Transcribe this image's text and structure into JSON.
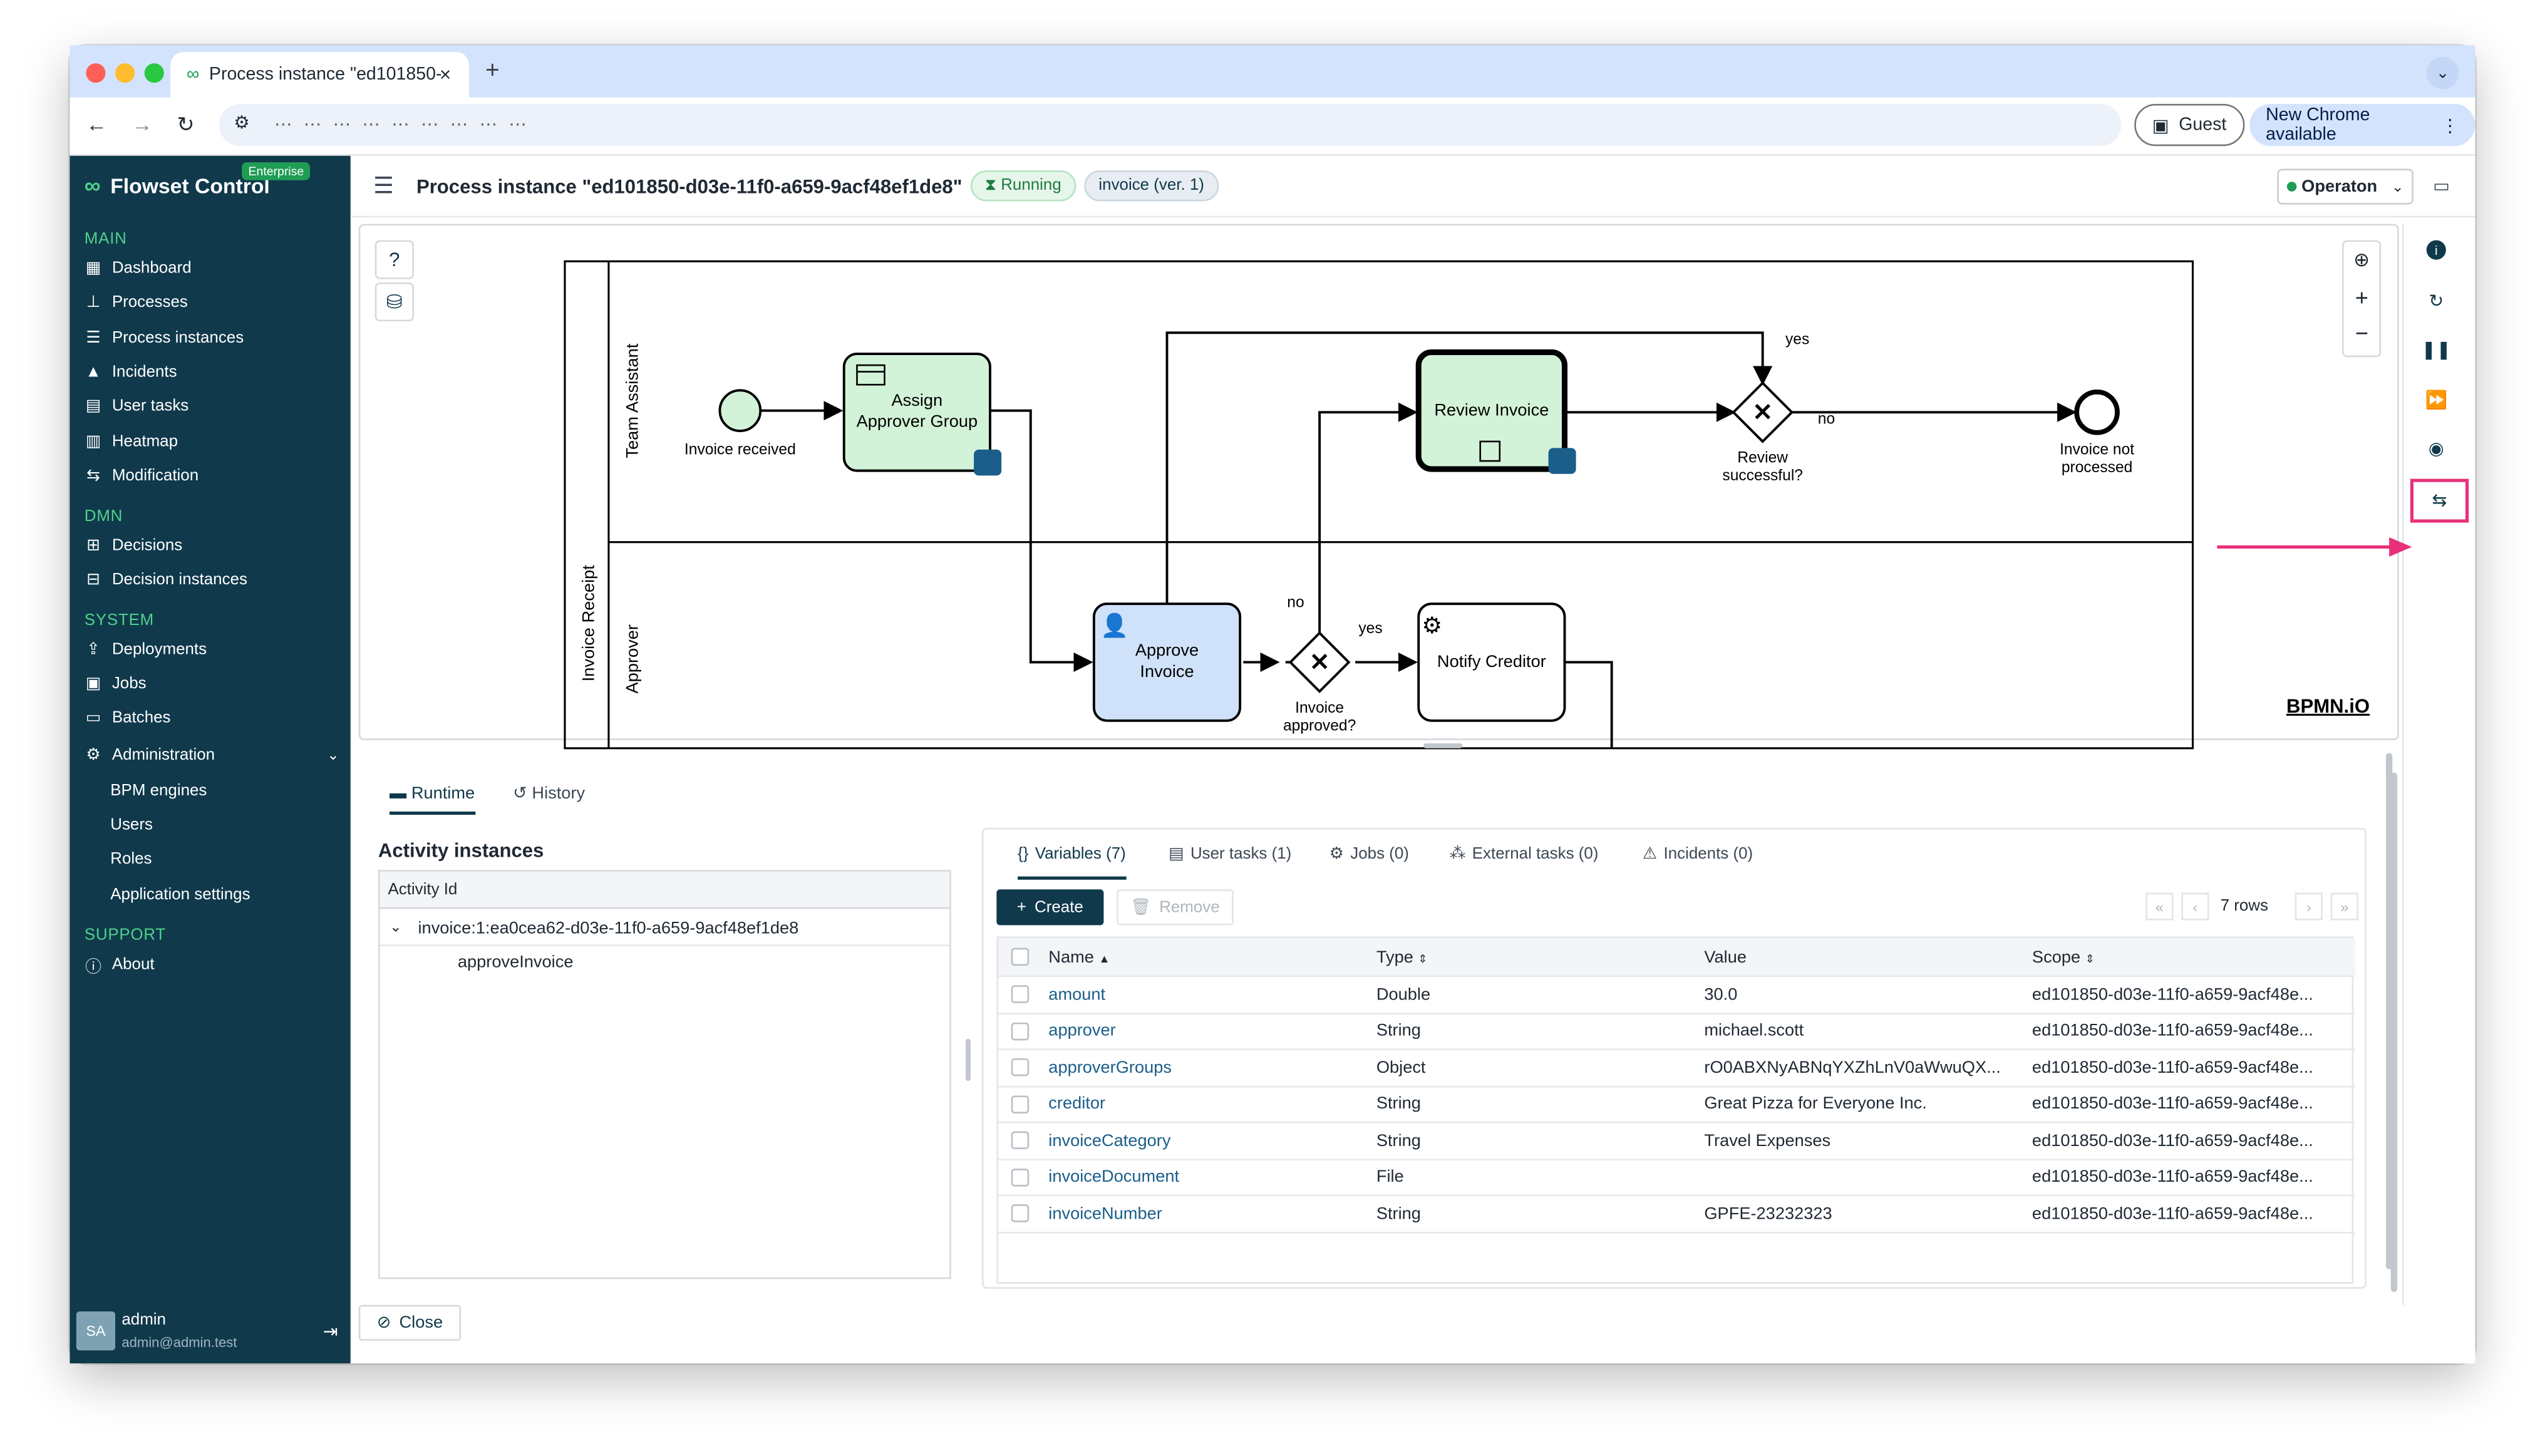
{
  "browser": {
    "tab_title": "Process instance \"ed101850-",
    "url": "⋯ ⋯ ⋯ ⋯ ⋯ ⋯ ⋯ ⋯ ⋯",
    "guest_label": "Guest",
    "new_chrome_label": "New Chrome available"
  },
  "app": {
    "brand": "Flowset Control",
    "edition_badge": "Enterprise"
  },
  "sidebar": {
    "main_label": "MAIN",
    "main_items": [
      "Dashboard",
      "Processes",
      "Process instances",
      "Incidents",
      "User tasks",
      "Heatmap",
      "Modification"
    ],
    "dmn_label": "DMN",
    "dmn_items": [
      "Decisions",
      "Decision instances"
    ],
    "system_label": "SYSTEM",
    "system_items": [
      "Deployments",
      "Jobs",
      "Batches"
    ],
    "admin_label": "Administration",
    "admin_items": [
      "BPM engines",
      "Users",
      "Roles",
      "Application settings"
    ],
    "support_label": "SUPPORT",
    "support_items": [
      "About"
    ],
    "user": {
      "initials": "SA",
      "name": "admin",
      "email": "admin@admin.test"
    }
  },
  "header": {
    "title": "Process instance \"ed101850-d03e-11f0-a659-9acf48ef1de8\"",
    "status": "Running",
    "definition": "invoice (ver. 1)",
    "engine": "Operaton"
  },
  "diagram": {
    "pool": "Invoice Receipt",
    "lane_top": "Team Assistant",
    "lane_bottom": "Approver",
    "start_event": "Invoice received",
    "task_assign_line1": "Assign",
    "task_assign_line2": "Approver Group",
    "task_review": "Review Invoice",
    "gateway_review_line1": "Review",
    "gateway_review_line2": "successful?",
    "end_event_line1": "Invoice not",
    "end_event_line2": "processed",
    "task_approve_line1": "Approve",
    "task_approve_line2": "Invoice",
    "gateway_approve_line1": "Invoice",
    "gateway_approve_line2": "approved?",
    "task_notify": "Notify Creditor",
    "flow_yes": "yes",
    "flow_no": "no",
    "watermark": "BPMN.iO"
  },
  "colors": {
    "sidebar_bg": "#10394b",
    "accent_green": "#4ed18a",
    "primary_button": "#10394b",
    "task_green": "#d3f3d8",
    "task_blue": "#cfe2f9",
    "highlight_pink": "#e8317a"
  },
  "runtime_tabs": [
    "Runtime",
    "History"
  ],
  "activity": {
    "title": "Activity instances",
    "column": "Activity Id",
    "root": "invoice:1:ea0cea62-d03e-11f0-a659-9acf48ef1de8",
    "child": "approveInvoice"
  },
  "detail_tabs": [
    "Variables (7)",
    "User tasks (1)",
    "Jobs (0)",
    "External tasks (0)",
    "Incidents (0)"
  ],
  "variables": {
    "create_label": "Create",
    "remove_label": "Remove",
    "rows_label": "7 rows",
    "columns": [
      "Name",
      "Type",
      "Value",
      "Scope"
    ],
    "rows": [
      {
        "name": "amount",
        "type": "Double",
        "value": "30.0",
        "scope": "ed101850-d03e-11f0-a659-9acf48e..."
      },
      {
        "name": "approver",
        "type": "String",
        "value": "michael.scott",
        "scope": "ed101850-d03e-11f0-a659-9acf48e..."
      },
      {
        "name": "approverGroups",
        "type": "Object",
        "value": "rO0ABXNyABNqYXZhLnV0aWwuQX...",
        "scope": "ed101850-d03e-11f0-a659-9acf48e..."
      },
      {
        "name": "creditor",
        "type": "String",
        "value": "Great Pizza for Everyone Inc.",
        "scope": "ed101850-d03e-11f0-a659-9acf48e..."
      },
      {
        "name": "invoiceCategory",
        "type": "String",
        "value": "Travel Expenses",
        "scope": "ed101850-d03e-11f0-a659-9acf48e..."
      },
      {
        "name": "invoiceDocument",
        "type": "File",
        "value": "",
        "scope": "ed101850-d03e-11f0-a659-9acf48e..."
      },
      {
        "name": "invoiceNumber",
        "type": "String",
        "value": "GPFE-23232323",
        "scope": "ed101850-d03e-11f0-a659-9acf48e..."
      }
    ]
  },
  "close_label": "Close"
}
